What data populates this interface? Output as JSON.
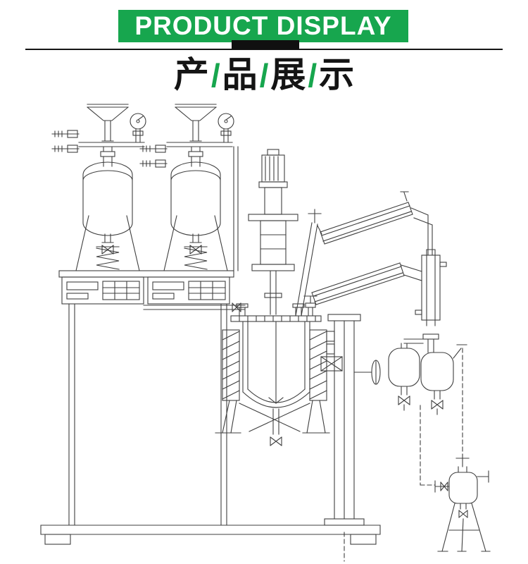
{
  "header": {
    "title": "PRODUCT DISPLAY"
  },
  "subheader": {
    "segments": [
      "产",
      "品",
      "展",
      "示"
    ],
    "separator": "/"
  },
  "colors": {
    "accent_green": "#17A64E",
    "banner_text": "#FFFFFF",
    "divider_black": "#161616",
    "drawing_line": "#3F3F3F"
  }
}
